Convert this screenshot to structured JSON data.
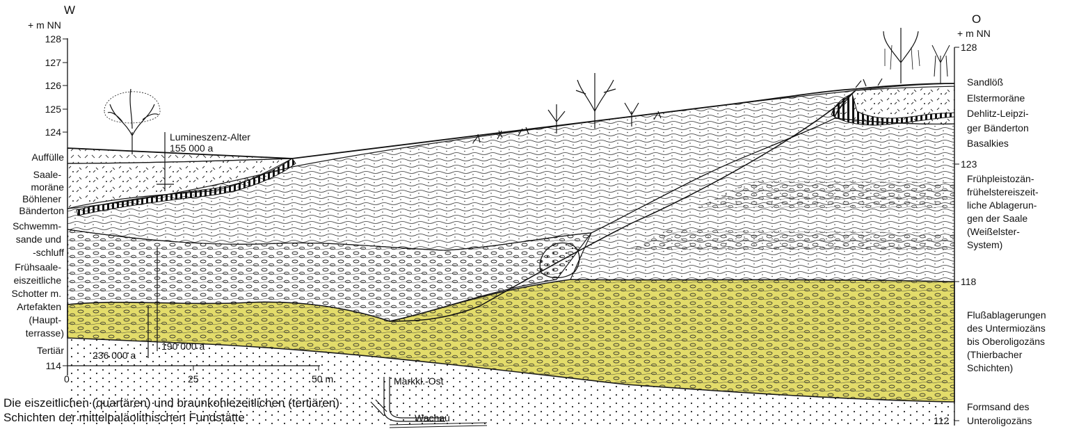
{
  "directions": {
    "west": "W",
    "east": "O"
  },
  "left_axis": {
    "unit": "+ m NN",
    "ticks": [
      "128",
      "127",
      "126",
      "125",
      "124",
      "114"
    ]
  },
  "right_axis": {
    "unit": "+ m NN",
    "ticks": [
      "128",
      "123",
      "118",
      "112"
    ]
  },
  "distance_axis": {
    "ticks": [
      "0",
      "25",
      "50 m"
    ]
  },
  "dating": {
    "luminescence_label": "Lumineszenz-Alter",
    "luminescence_value": "155 000 a",
    "age_236": "236 000 a",
    "age_190": "190 000 a"
  },
  "left_layers": [
    {
      "lines": [
        "Auffülle"
      ]
    },
    {
      "lines": [
        "Saale-",
        "moräne"
      ]
    },
    {
      "lines": [
        "Böhlener",
        "Bänderton"
      ]
    },
    {
      "lines": [
        "Schwemm-",
        "sande und",
        "-schluff"
      ]
    },
    {
      "lines": [
        "Frühsaale-",
        "eiszeitliche",
        "Schotter m.",
        "Artefakten",
        "(Haupt-",
        "terrasse)"
      ]
    },
    {
      "lines": [
        "Tertiär"
      ]
    }
  ],
  "right_layers": [
    {
      "lines": [
        "Sandlöß"
      ]
    },
    {
      "lines": [
        "Elstermoräne"
      ]
    },
    {
      "lines": [
        "Dehlitz-Leipzi-",
        "ger Bänderton"
      ]
    },
    {
      "lines": [
        "Basalkies"
      ]
    },
    {
      "lines": [
        "Frühpleistozän-",
        "frühelstereiszeit-",
        "liche Ablagerun-",
        "gen der Saale",
        "(Weißelster-",
        "System)"
      ]
    },
    {
      "lines": [
        "Flußablagerungen",
        "des Untermiozäns",
        "bis Oberoligozäns",
        "(Thierbacher",
        "Schichten)"
      ]
    },
    {
      "lines": [
        "Formsand des",
        "Unteroligozäns"
      ]
    }
  ],
  "locations": {
    "markkl_ost": "Markkl.-Ost",
    "wachau": "Wachau"
  },
  "caption": "Die eiszeitlichen (quartären) und braunkohlezeitlichen (tertiären) Schichten der mittelpaläolithischen Fundstätte",
  "colors": {
    "tertiary_fill": "#e3dc6a",
    "line": "#1a1a1a"
  }
}
